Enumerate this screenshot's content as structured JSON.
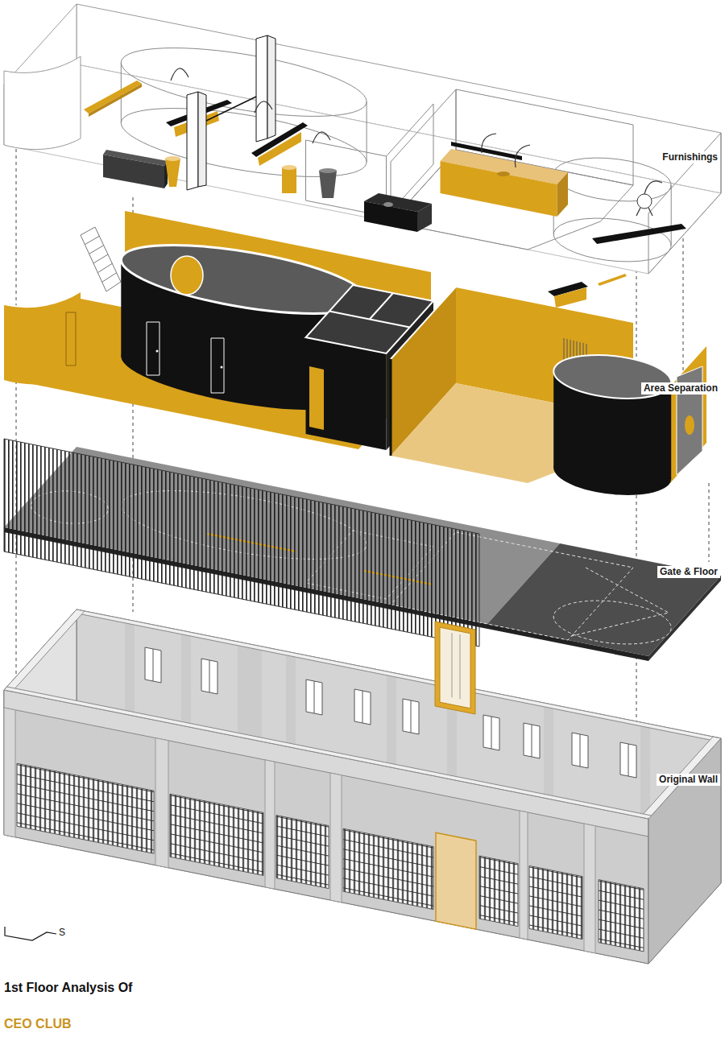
{
  "diagram": {
    "title": "1st Floor Analysis Of",
    "labels": [
      "Furnishings",
      "Area Separation",
      "Gate & Floor",
      "Original Wall",
      "CEO CLUB",
      "S"
    ]
  }
}
